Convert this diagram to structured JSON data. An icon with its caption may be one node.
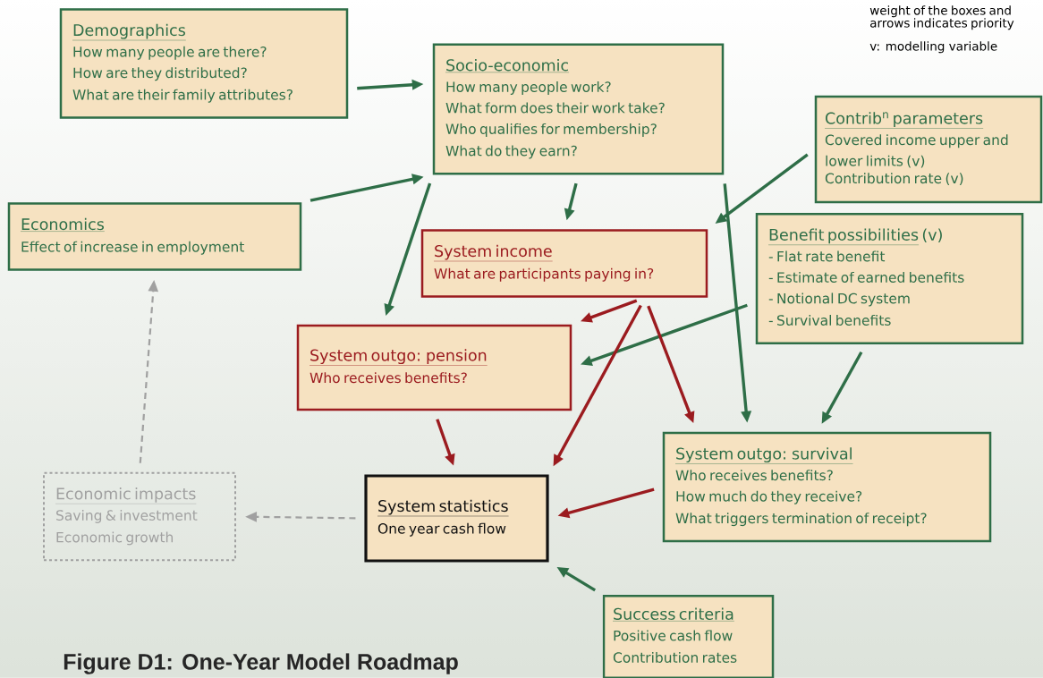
{
  "diagram": {
    "caption": "Figure D1: One-Year Model Roadmap",
    "nodes": [
      {
        "text": [
          "Demographics",
          "How many people are there?",
          "How are they distributed?",
          "What are their family attributes?"
        ]
      },
      {
        "text": [
          "Socio-economic",
          "How many people work?",
          "What form does their work take?",
          "Who qualifies for membership?",
          "What do they earn?"
        ]
      },
      {
        "text": [
          "Contrib$^{n}$ parameters",
          "Covered income upper and lower limits (v)",
          "Contribution rate (v)"
        ]
      },
      {
        "text": [
          "Economics",
          "Effect of increase in employment"
        ]
      },
      {
        "text": [
          "System income",
          "What are participants paying in?"
        ]
      },
      {
        "text": [
          "Benefit possibilities",
          "(v)",
          "- Flat rate benefit",
          "- Estimate of earned benefits",
          "- Notional DC system",
          "- Survival benefits"
        ]
      },
      {
        "text": [
          "System outgo: pension",
          "Who receives benefits?"
        ]
      },
      {
        "text": [
          "System outgo: survival",
          "Who receives benefits?",
          "How much do they receive?",
          "What triggers termination of receipt?"
        ]
      },
      {
        "text": [
          "Economic impacts",
          "Saving & investment",
          "Economic growth"
        ]
      },
      {
        "text": [
          "System statistics",
          "One year cash flow"
        ]
      },
      {
        "text": [
          "Success criteria",
          "Positive cash flow",
          "Contribution rates"
        ]
      }
    ],
    "edges": [
      {
        "from": 0,
        "to": 1,
        "arrow": "to"
      },
      {
        "from": 3,
        "to": 1,
        "arrow": "to"
      },
      {
        "from": 1,
        "to": 4,
        "arrow": "to"
      },
      {
        "from": 1,
        "to": 6,
        "arrow": "to"
      },
      {
        "from": 1,
        "to": 7,
        "arrow": "to"
      },
      {
        "from": 2,
        "to": 4,
        "arrow": "to"
      },
      {
        "from": 5,
        "to": 6,
        "arrow": "to"
      },
      {
        "from": 5,
        "to": 7,
        "arrow": "to"
      },
      {
        "from": 4,
        "to": 6,
        "arrow": "to",
        "color": "#9b1b1f"
      },
      {
        "from": 4,
        "to": 9,
        "arrow": "to",
        "color": "#9b1b1f"
      },
      {
        "from": 4,
        "to": 7,
        "arrow": "to",
        "color": "#9b1b1f"
      },
      {
        "from": 6,
        "to": 9,
        "arrow": "to",
        "color": "#9b1b1f"
      },
      {
        "from": 7,
        "to": 9,
        "arrow": "to",
        "color": "#9b1b1f"
      },
      {
        "from": 10,
        "to": 9,
        "arrow": "to"
      },
      {
        "from": 9,
        "to": 8,
        "arrow": "to",
        "style": "dashed",
        "color": "#a0a0a0"
      },
      {
        "from": 8,
        "to": 3,
        "arrow": "to",
        "style": "dashed",
        "color": "#a0a0a0"
      }
    ],
    "labels": [
      "weight of the boxes and arrows indicates priority",
      "v: modelling variable"
    ]
  }
}
